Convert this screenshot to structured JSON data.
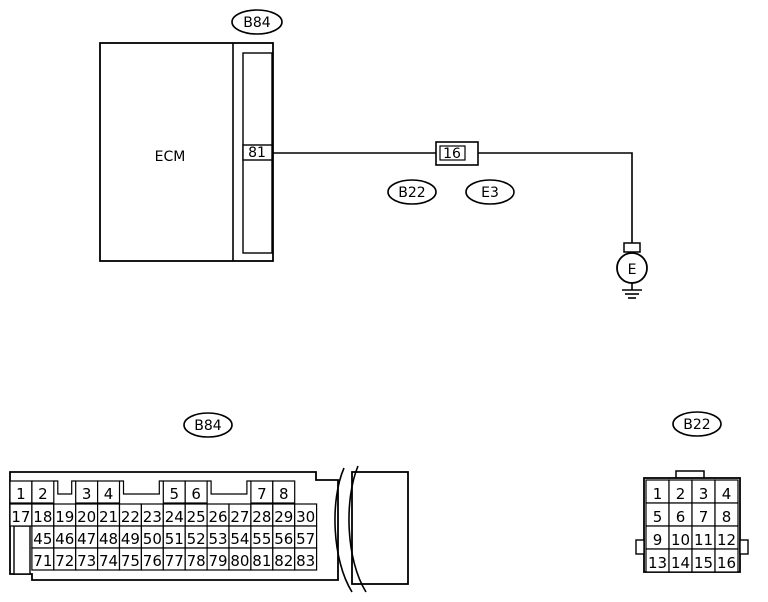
{
  "diagram": {
    "ecm_label": "ECM",
    "ecm_connector_tag": "B84",
    "ecm_pin": "81",
    "joint_pin": "16",
    "joint_tag_left": "B22",
    "joint_tag_right": "E3",
    "ground_label": "E"
  },
  "connector_b84": {
    "tag": "B84",
    "row1": [
      "1",
      "2",
      "3",
      "4",
      "5",
      "6",
      "7",
      "8"
    ],
    "row2": [
      "17",
      "18",
      "19",
      "20",
      "21",
      "22",
      "23",
      "24",
      "25",
      "26",
      "27",
      "28",
      "29",
      "30"
    ],
    "row3": [
      "45",
      "46",
      "47",
      "48",
      "49",
      "50",
      "51",
      "52",
      "53",
      "54",
      "55",
      "56",
      "57"
    ],
    "row4": [
      "71",
      "72",
      "73",
      "74",
      "75",
      "76",
      "77",
      "78",
      "79",
      "80",
      "81",
      "82",
      "83"
    ]
  },
  "connector_b22": {
    "tag": "B22",
    "rows": [
      [
        "1",
        "2",
        "3",
        "4"
      ],
      [
        "5",
        "6",
        "7",
        "8"
      ],
      [
        "9",
        "10",
        "11",
        "12"
      ],
      [
        "13",
        "14",
        "15",
        "16"
      ]
    ]
  }
}
